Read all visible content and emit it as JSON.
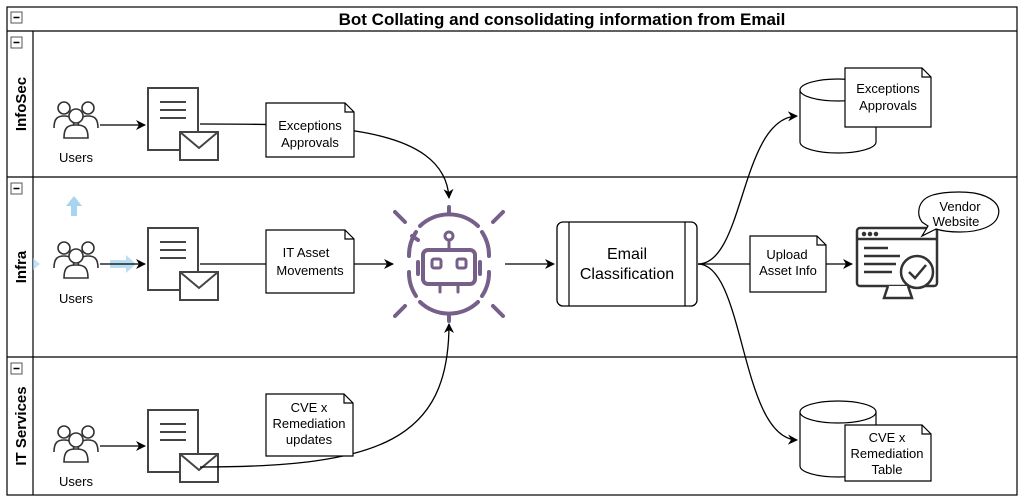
{
  "title": "Bot Collating and consolidating information from Email",
  "lanes": [
    {
      "label": "InfoSec"
    },
    {
      "label": "Infra"
    },
    {
      "label": "IT Services"
    }
  ],
  "users_label": "Users",
  "notes": {
    "infosec_input": [
      "Exceptions",
      "Approvals"
    ],
    "infra_input": [
      "IT Asset",
      "Movements"
    ],
    "itservices_input": [
      "CVE x",
      "Remediation",
      "updates"
    ],
    "upload": [
      "Upload",
      "Asset Info"
    ],
    "db_exceptions": [
      "Exceptions",
      "Approvals"
    ],
    "db_cve": [
      "CVE x",
      "Remediation",
      "Table"
    ]
  },
  "process": {
    "label": [
      "Email",
      "Classification"
    ]
  },
  "vendor_callout": [
    "Vendor",
    "Website"
  ],
  "colors": {
    "bot": "#76608a",
    "line": "#000000",
    "lane_border": "#000000",
    "ghost_arrow": "#99ccee"
  }
}
